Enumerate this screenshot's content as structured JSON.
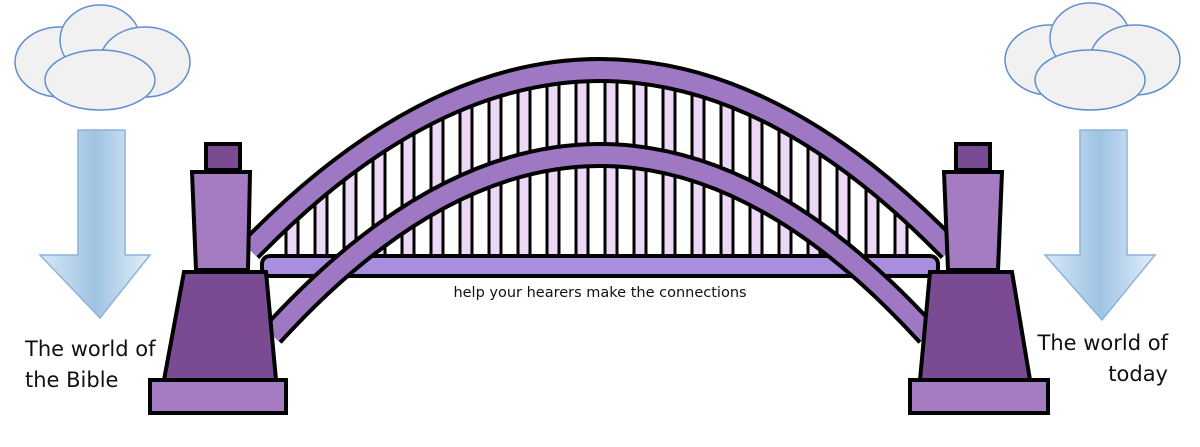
{
  "caption": "help your hearers make the connections",
  "left_label": {
    "line1": "The world of",
    "line2": "the Bible"
  },
  "right_label": {
    "line1": "The world of",
    "line2": "today"
  },
  "colors": {
    "tower_light": "#a57cc2",
    "tower_dark": "#7a4b92",
    "arch": "#9f78c4",
    "hanger": "#ecd8f6",
    "deck": "#a98ee0",
    "outline": "#000000",
    "water": "#bcd6ec"
  }
}
